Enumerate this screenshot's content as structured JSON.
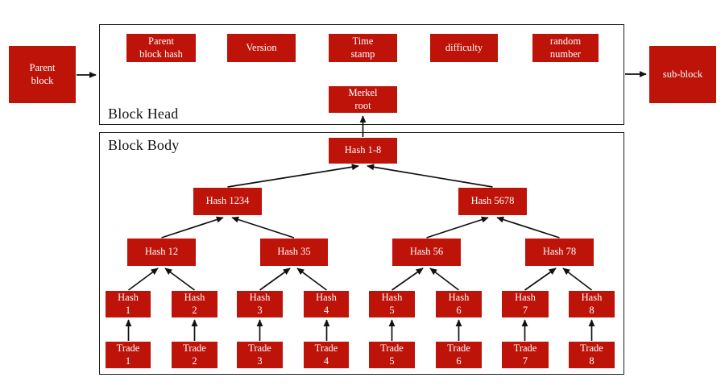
{
  "diagram_title": "Blockchain block structure with Merkle tree",
  "colors": {
    "node_fill": "#bd1309",
    "node_text": "#ffffff",
    "border": "#1c1c1c",
    "background": "#ffffff"
  },
  "external": {
    "parent_block": "Parent\nblock",
    "sub_block": "sub-block"
  },
  "head": {
    "section_label": "Block Head",
    "fields": {
      "parent_block_hash": "Parent\nblock hash",
      "version": "Version",
      "time_stamp": "Time\nstamp",
      "difficulty": "difficulty",
      "random_number": "random\nnumber",
      "merkel_root": "Merkel\nroot"
    }
  },
  "body": {
    "section_label": "Block Body",
    "tree": {
      "root": "Hash 1-8",
      "level2": {
        "left": "Hash 1234",
        "right": "Hash 5678"
      },
      "level3": {
        "n12": "Hash 12",
        "n35": "Hash 35",
        "n56": "Hash 56",
        "n78": "Hash 78"
      },
      "leaves": [
        "Hash\n1",
        "Hash\n2",
        "Hash\n3",
        "Hash\n4",
        "Hash\n5",
        "Hash\n6",
        "Hash\n7",
        "Hash\n8"
      ],
      "trades": [
        "Trade\n1",
        "Trade\n2",
        "Trade\n3",
        "Trade\n4",
        "Trade\n5",
        "Trade\n6",
        "Trade\n7",
        "Trade\n8"
      ]
    }
  }
}
